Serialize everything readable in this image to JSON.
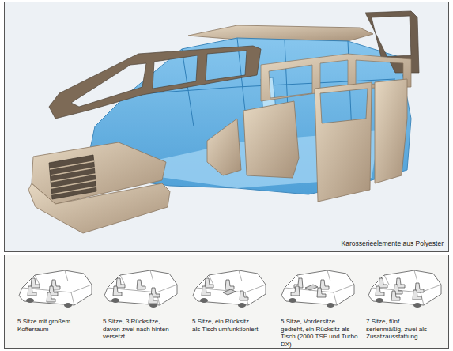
{
  "diagram": {
    "caption": "Karosserieelemente aus Polyester",
    "labels": [
      "5 Sitze mit großem Kofferraum",
      "5 Sitze, 3 Rücksitze, davon zwei nach hinten versetzt",
      "5 Sitze, ein Rücksitz als Tisch umfunktioniert",
      "5 Sitze, Vordersitze gedreht, ein Rücksitz als Tisch (2000 TSE und Turbo DX)",
      "7 Sitze, fünf serienmäßig, zwei als Zusatzausstattung"
    ]
  }
}
